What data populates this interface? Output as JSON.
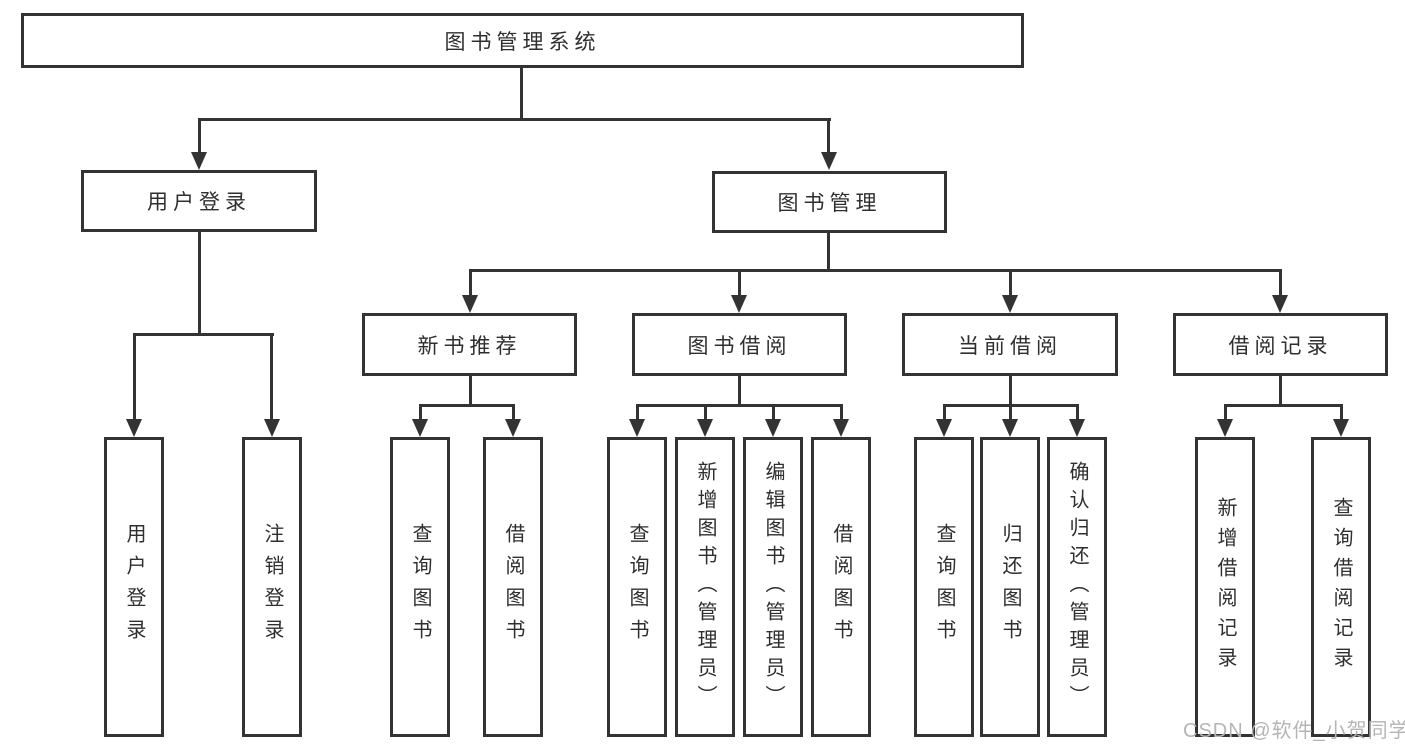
{
  "nodes": {
    "root": "图书管理系统",
    "user_login": "用户登录",
    "book_mgmt": "图书管理",
    "new_books": "新书推荐",
    "book_borrow": "图书借阅",
    "current_borrow": "当前借阅",
    "borrow_records": "借阅记录",
    "leaf_user_login": "用户登录",
    "leaf_logout": "注销登录",
    "nb_query": "查询图书",
    "nb_borrow": "借阅图书",
    "bb_query": "查询图书",
    "bb_add": "新增图书（管理员）",
    "bb_edit": "编辑图书（管理员）",
    "bb_borrow": "借阅图书",
    "cb_query": "查询图书",
    "cb_return": "归还图书",
    "cb_confirm": "确认归还（管理员）",
    "br_add": "新增借阅记录",
    "br_query": "查询借阅记录"
  },
  "watermark": "CSDN @软件_小贺同学",
  "colors": {
    "line": "#333333",
    "text": "#2f2f2f",
    "watermark": "#b5b5b5",
    "background": "#ffffff"
  }
}
